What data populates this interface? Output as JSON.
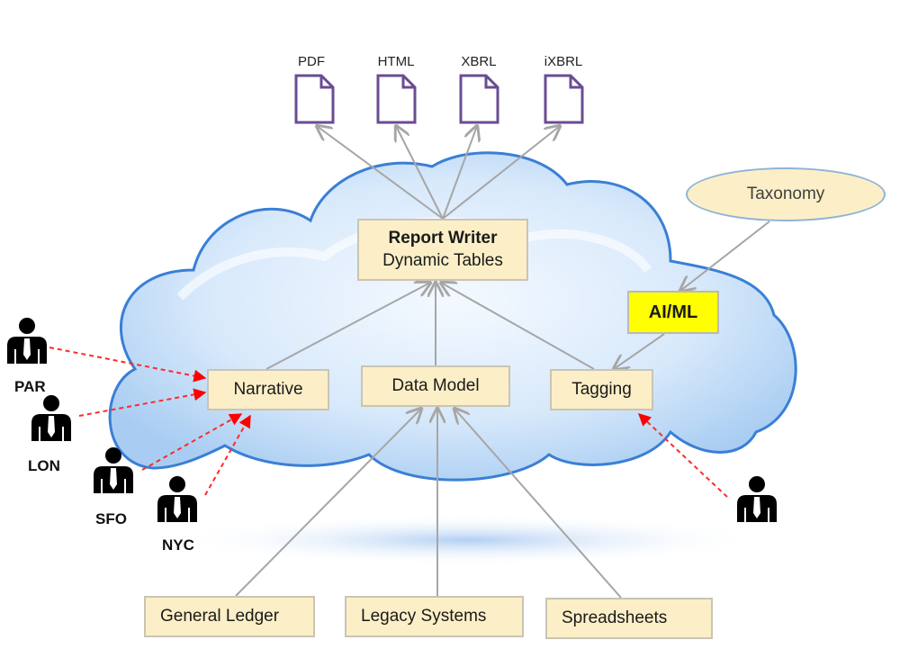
{
  "outputs": [
    {
      "label": "PDF",
      "icon": "document-icon"
    },
    {
      "label": "HTML",
      "icon": "document-icon"
    },
    {
      "label": "XBRL",
      "icon": "document-icon"
    },
    {
      "label": "iXBRL",
      "icon": "document-icon"
    }
  ],
  "report_writer": {
    "title": "Report Writer",
    "subtitle": "Dynamic Tables"
  },
  "taxonomy": {
    "label": "Taxonomy"
  },
  "aiml": {
    "label": "AI/ML"
  },
  "components": {
    "narrative": "Narrative",
    "data_model": "Data Model",
    "tagging": "Tagging"
  },
  "sources": [
    "General Ledger",
    "Legacy Systems",
    "Spreadsheets"
  ],
  "users": [
    {
      "label": "PAR",
      "icon": "person-icon"
    },
    {
      "label": "LON",
      "icon": "person-icon"
    },
    {
      "label": "SFO",
      "icon": "person-icon"
    },
    {
      "label": "NYC",
      "icon": "person-icon"
    },
    {
      "label": "",
      "icon": "person-icon"
    }
  ],
  "colors": {
    "box_fill": "#fcefc7",
    "aiml_fill": "#ffff00",
    "doc_icon": "#6a4c93",
    "arrow_gray": "#a6a6a6",
    "arrow_red": "#ff0000",
    "cloud_edge": "#3a7fd5",
    "cloud_fill": "#cfe3f7"
  }
}
